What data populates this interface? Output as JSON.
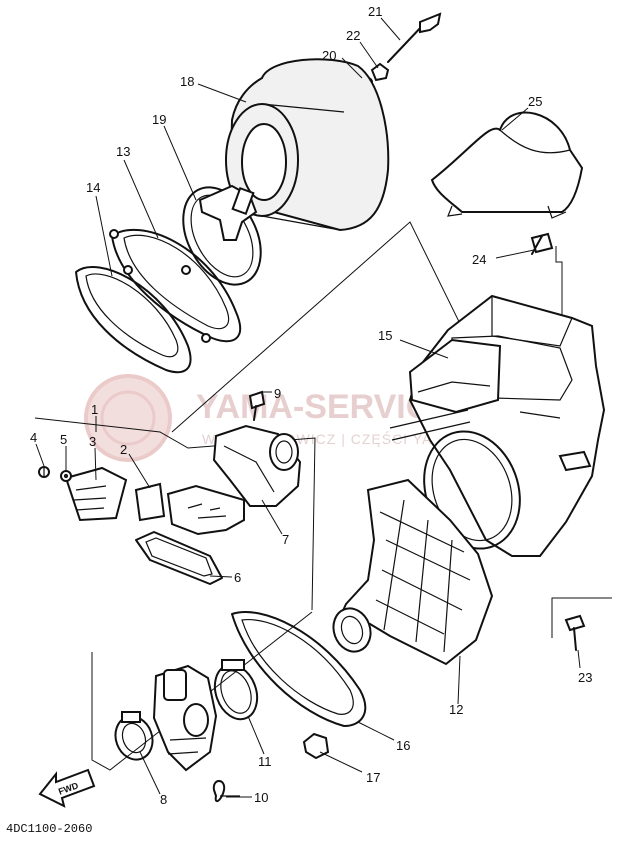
{
  "diagram_code": "4DC1100-2060",
  "watermark": {
    "brand": "YAMA-SERVICE",
    "sub": "WOJCIECHOWICZ | CZĘŚCI YAMAHA"
  },
  "fwd_label": "FWD",
  "callouts": [
    {
      "id": "c1",
      "label": "1"
    },
    {
      "id": "c2",
      "label": "2"
    },
    {
      "id": "c3",
      "label": "3"
    },
    {
      "id": "c4",
      "label": "4"
    },
    {
      "id": "c5",
      "label": "5"
    },
    {
      "id": "c6",
      "label": "6"
    },
    {
      "id": "c7",
      "label": "7"
    },
    {
      "id": "c8",
      "label": "8"
    },
    {
      "id": "c9",
      "label": "9"
    },
    {
      "id": "c10",
      "label": "10"
    },
    {
      "id": "c11",
      "label": "11"
    },
    {
      "id": "c12",
      "label": "12"
    },
    {
      "id": "c13",
      "label": "13"
    },
    {
      "id": "c14",
      "label": "14"
    },
    {
      "id": "c15",
      "label": "15"
    },
    {
      "id": "c16",
      "label": "16"
    },
    {
      "id": "c17",
      "label": "17"
    },
    {
      "id": "c18",
      "label": "18"
    },
    {
      "id": "c19",
      "label": "19"
    },
    {
      "id": "c20",
      "label": "20"
    },
    {
      "id": "c21",
      "label": "21"
    },
    {
      "id": "c22",
      "label": "22"
    },
    {
      "id": "c23",
      "label": "23"
    },
    {
      "id": "c24",
      "label": "24"
    },
    {
      "id": "c25",
      "label": "25"
    }
  ]
}
